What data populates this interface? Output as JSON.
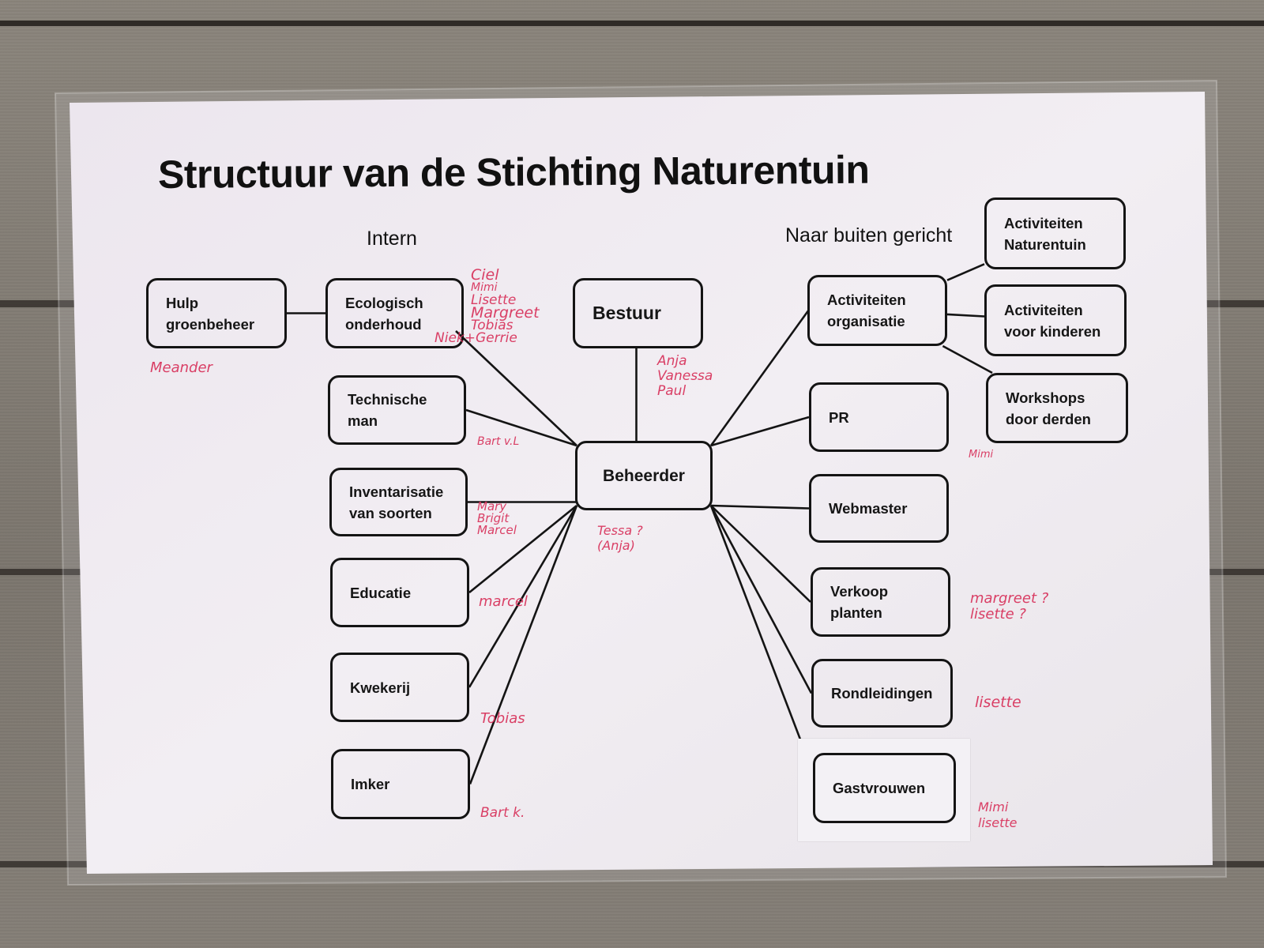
{
  "document": {
    "title": "Structuur van de Stichting Naturentuin",
    "sections": {
      "left": "Intern",
      "right": "Naar buiten gericht"
    }
  },
  "nodes": {
    "hulp_groenbeheer": {
      "line1": "Hulp",
      "line2": "groenbeheer"
    },
    "ecologisch_onderhoud": {
      "line1": "Ecologisch",
      "line2": "onderhoud"
    },
    "technische_man": {
      "line1": "Technische",
      "line2": "man"
    },
    "inventarisatie": {
      "line1": "Inventarisatie",
      "line2": "van soorten"
    },
    "educatie": {
      "line1": "Educatie"
    },
    "kwekerij": {
      "line1": "Kwekerij"
    },
    "imker": {
      "line1": "Imker"
    },
    "bestuur": {
      "line1": "Bestuur"
    },
    "beheerder": {
      "line1": "Beheerder"
    },
    "activiteiten_organisatie": {
      "line1": "Activiteiten",
      "line2": "organisatie"
    },
    "pr": {
      "line1": "PR"
    },
    "webmaster": {
      "line1": "Webmaster"
    },
    "verkoop_planten": {
      "line1": "Verkoop",
      "line2": "planten"
    },
    "rondleidingen": {
      "line1": "Rondleidingen"
    },
    "gastvrouwen": {
      "line1": "Gastvrouwen"
    },
    "activiteiten_naturentuin": {
      "line1": "Activiteiten",
      "line2": "Naturentuin"
    },
    "activiteiten_kinderen": {
      "line1": "Activiteiten",
      "line2": "voor kinderen"
    },
    "workshops": {
      "line1": "Workshops",
      "line2": "door derden"
    }
  },
  "edges": [
    [
      "hulp_groenbeheer",
      "ecologisch_onderhoud"
    ],
    [
      "bestuur",
      "beheerder"
    ],
    [
      "beheerder",
      "ecologisch_onderhoud"
    ],
    [
      "beheerder",
      "technische_man"
    ],
    [
      "beheerder",
      "inventarisatie"
    ],
    [
      "beheerder",
      "educatie"
    ],
    [
      "beheerder",
      "kwekerij"
    ],
    [
      "beheerder",
      "imker"
    ],
    [
      "beheerder",
      "activiteiten_organisatie"
    ],
    [
      "beheerder",
      "pr"
    ],
    [
      "beheerder",
      "webmaster"
    ],
    [
      "beheerder",
      "verkoop_planten"
    ],
    [
      "beheerder",
      "rondleidingen"
    ],
    [
      "beheerder",
      "gastvrouwen"
    ],
    [
      "activiteiten_organisatie",
      "activiteiten_naturentuin"
    ],
    [
      "activiteiten_organisatie",
      "activiteiten_kinderen"
    ],
    [
      "activiteiten_organisatie",
      "workshops"
    ]
  ],
  "annotations": {
    "hulp_groenbeheer": [
      "Meander"
    ],
    "ecologisch_onderhoud": [
      "Ciel",
      "Mimi",
      "Lisette",
      "Margreet",
      "Tobias",
      "Niek+Gerrie"
    ],
    "bestuur": [
      "Anja",
      "Vanessa",
      "Paul"
    ],
    "technische_man": [
      "Bart v.L"
    ],
    "inventarisatie": [
      "Mary",
      "Brigit",
      "Marcel"
    ],
    "beheerder": [
      "Tessa ?",
      "(Anja)"
    ],
    "educatie": [
      "marcel"
    ],
    "kwekerij": [
      "Tobias"
    ],
    "imker": [
      "Bart k."
    ],
    "pr": [
      "Mimi"
    ],
    "verkoop_planten": [
      "margreet ?",
      "lisette ?"
    ],
    "rondleidingen": [
      "lisette"
    ],
    "gastvrouwen": [
      "Mimi",
      "lisette"
    ]
  },
  "colors": {
    "ink": "#141414",
    "annotation": "#d8315a",
    "paper": "#ece8ef",
    "wood": "#7c766e"
  }
}
